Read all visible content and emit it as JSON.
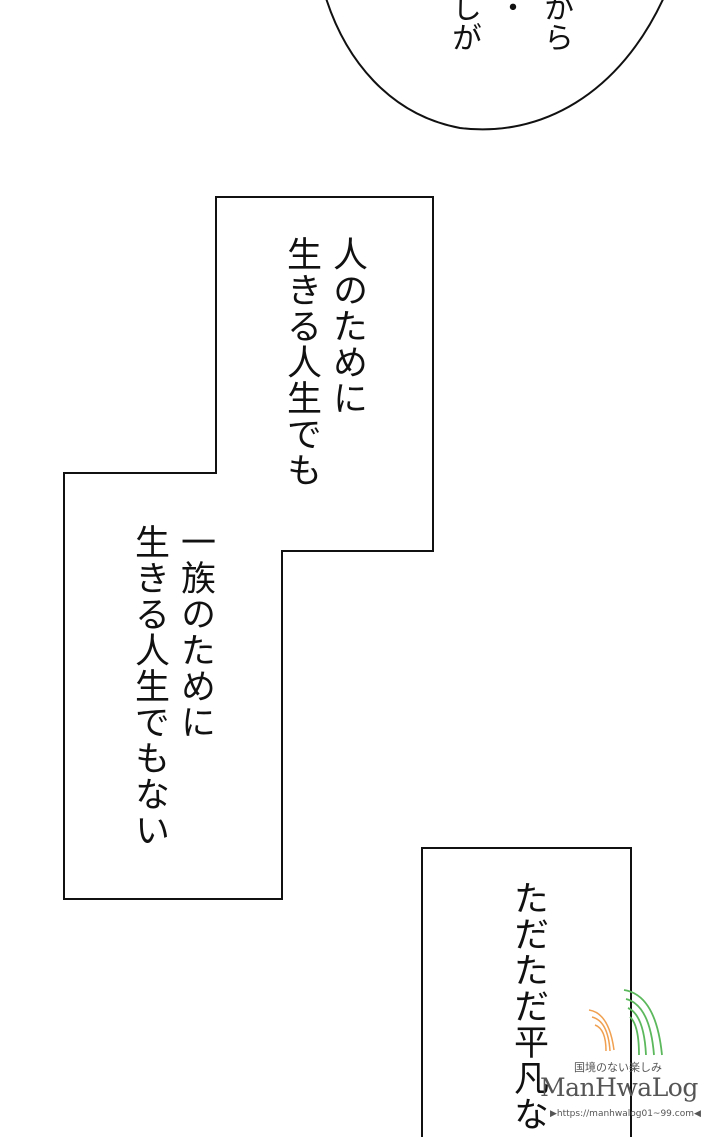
{
  "bubble": {
    "text": "から\n・\nしが"
  },
  "captions": [
    {
      "text": "人のために\n生きる人生でも"
    },
    {
      "text": "一族のために\n生きる人生でもない"
    },
    {
      "text": "ただただ平凡な"
    }
  ],
  "watermark": {
    "tagline": "国境のない楽しみ",
    "logo": "ManHwaLog",
    "url": "▶https://manhwalog01~99.com◀"
  },
  "colors": {
    "ink": "#111111",
    "paper": "#ffffff",
    "watermark_orange": "#f0a050",
    "watermark_green": "#5cb85c"
  }
}
